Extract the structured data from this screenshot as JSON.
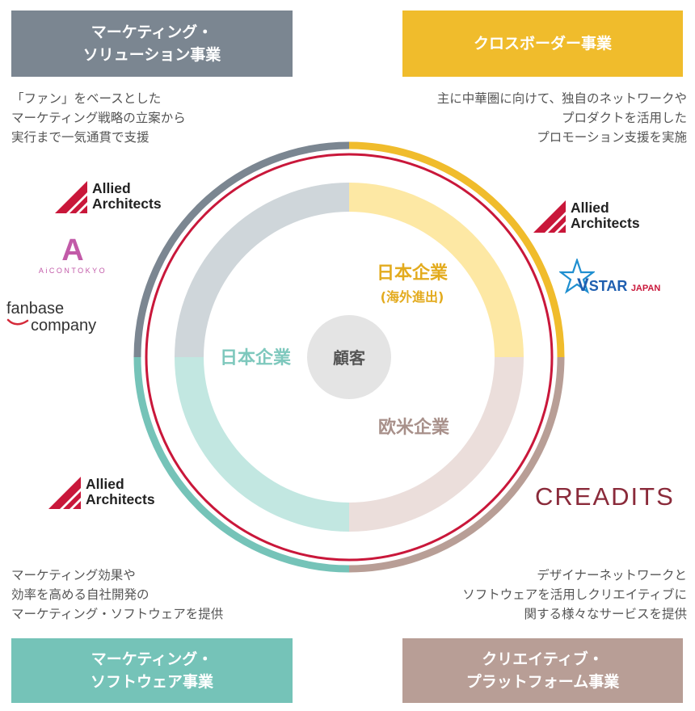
{
  "colors": {
    "gray": "#7b8691",
    "yellow": "#f0bc2c",
    "teal": "#75c3b8",
    "taupe": "#b89e96",
    "red": "#c9173a",
    "light_gray": "#cfd6da",
    "light_yellow": "#fde8a4",
    "light_teal": "#c2e7e1",
    "light_taupe": "#ebdedb",
    "center": "#e4e4e4"
  },
  "quadrants": {
    "top_left": {
      "title": "マーケティング・\nソリューション事業",
      "desc": "「ファン」をベースとした\nマーケティング戦略の立案から\n実行まで一気通貫で支援"
    },
    "top_right": {
      "title": "クロスボーダー事業",
      "desc": "主に中華圏に向けて、独自のネットワークや\nプロダクトを活用した\nプロモーション支援を実施"
    },
    "bottom_left": {
      "title": "マーケティング・\nソフトウェア事業",
      "desc": "マーケティング効果や\n効率を高める自社開発の\nマーケティング・ソフトウェアを提供"
    },
    "bottom_right": {
      "title": "クリエイティブ・\nプラットフォーム事業",
      "desc": "デザイナーネットワークと\nソフトウェアを活用しクリエイティブに\n関する様々なサービスを提供"
    }
  },
  "ring": {
    "center": "顧客",
    "japan": "日本企業",
    "japan_overseas": "日本企業",
    "japan_overseas_sub": "(海外進出)",
    "western": "欧米企業"
  },
  "logos": {
    "allied_line1": "Allied",
    "allied_line2": "Architects",
    "aicon_mark": "A",
    "aicon_text": "AiCONTOKYO",
    "fanbase_line1": "fanbase",
    "fanbase_line2": "company",
    "vstar_v": "V",
    "vstar_star": "STAR",
    "vstar_japan": "JAPAN",
    "creadits": "CREADITS"
  }
}
